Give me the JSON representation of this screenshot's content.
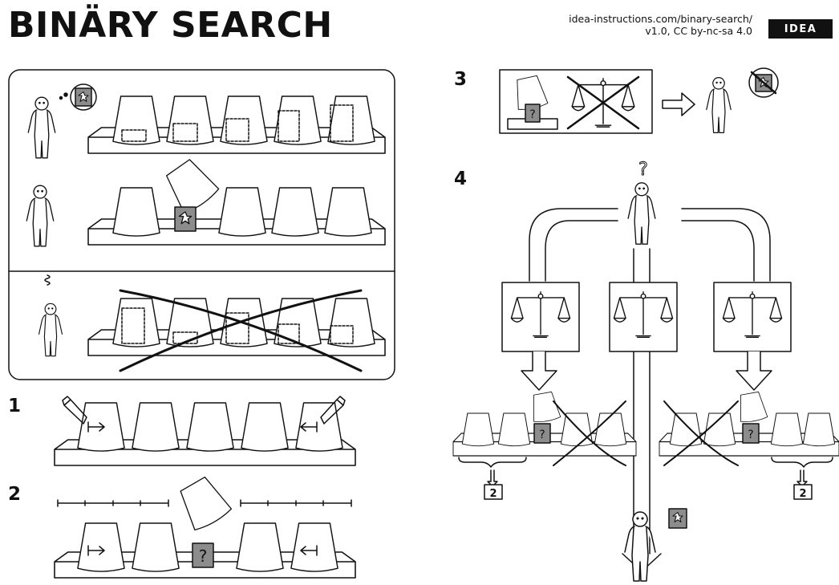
{
  "header": {
    "title": "BINÄRY SEARCH",
    "url": "idea-instructions.com/binary-search/",
    "version": "v1.0, CC by-nc-sa 4.0",
    "brand": "IDEA"
  },
  "steps": [
    "1",
    "2",
    "3",
    "4"
  ],
  "glyphs": {
    "unknown": "?",
    "count_two": "2"
  },
  "icons": [
    "star-icon",
    "question-icon",
    "pencil-icon",
    "left-bound-arrow-icon",
    "right-bound-arrow-icon",
    "balance-scale-icon",
    "cross-out-mark"
  ],
  "colors": {
    "ink": "#111111",
    "paper": "#ffffff",
    "card_gray": "#8c8c8c"
  }
}
